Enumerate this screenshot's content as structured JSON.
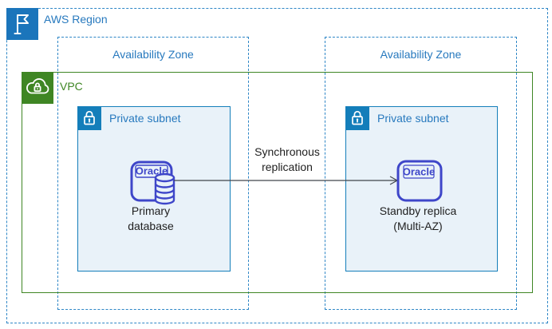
{
  "region": {
    "label": "AWS Region"
  },
  "az1": {
    "label": "Availability Zone"
  },
  "az2": {
    "label": "Availability Zone"
  },
  "vpc": {
    "label": "VPC"
  },
  "subnet1": {
    "label": "Private subnet"
  },
  "subnet2": {
    "label": "Private subnet"
  },
  "primary_db": {
    "icon_text": "Oracle",
    "label_line1": "Primary",
    "label_line2": "database"
  },
  "standby_db": {
    "icon_text": "Oracle",
    "label_line1": "Standby replica",
    "label_line2": "(Multi-AZ)"
  },
  "replication": {
    "label_line1": "Synchronous",
    "label_line2": "replication"
  },
  "colors": {
    "region_icon_blue": "#1B75BB",
    "dashed_border_blue": "#2E86C6",
    "label_blue": "#2779BE",
    "subnet_border_blue": "#147EBA",
    "subnet_fill": "#E9F2F9",
    "vpc_green": "#3F8624",
    "oracle_indigo": "#3E46C9",
    "text_dark": "#1F1F1F",
    "arrow_gray": "#40464C"
  }
}
